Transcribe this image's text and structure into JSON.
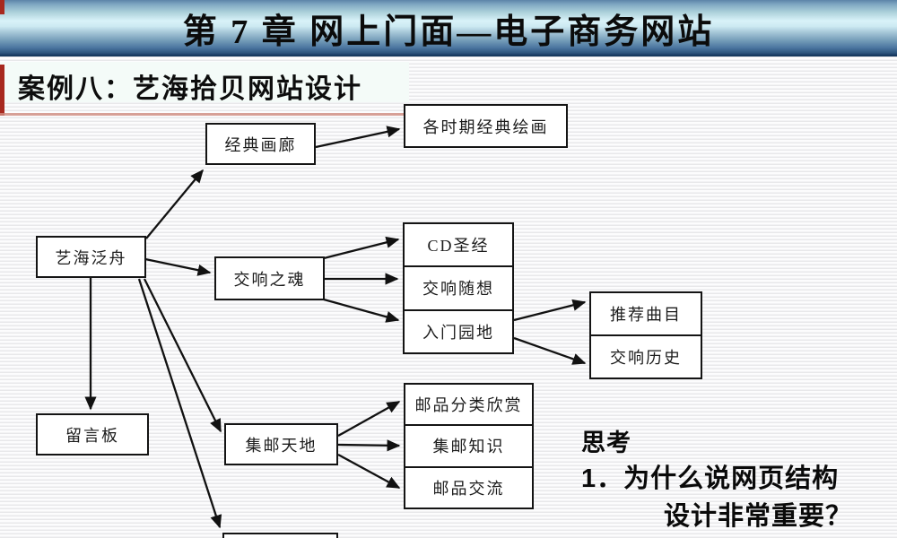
{
  "slide": {
    "title": "第 7 章  网上门面—电子商务网站",
    "subtitle": "案例八：艺海拾贝网站设计"
  },
  "colors": {
    "title_bar_top": "#5d84a8",
    "title_bar_highlight": "#d8f2f8",
    "title_bar_bottom": "#1d406a",
    "accent_red": "#a8291f",
    "box_border": "#141414",
    "box_fill": "#ffffff",
    "background_stripe": "#e8e8ea",
    "text": "#0b0b0b"
  },
  "diagram": {
    "nodes": {
      "root": "艺海泛舟",
      "gallery": "经典画廊",
      "paintings": "各时期经典绘画",
      "symphony": "交响之魂",
      "cd_bible": "CD圣经",
      "caprice": "交响随想",
      "garden": "入门园地",
      "tracks": "推荐曲目",
      "history": "交响历史",
      "message": "留言板",
      "stamps": "集邮天地",
      "stamp_view": "邮品分类欣赏",
      "stamp_know": "集邮知识",
      "stamp_exchange": "邮品交流"
    }
  },
  "notes": {
    "heading": "思考",
    "q1_line1": "1．为什么说网页结构",
    "q1_line2": "设计非常重要？"
  }
}
